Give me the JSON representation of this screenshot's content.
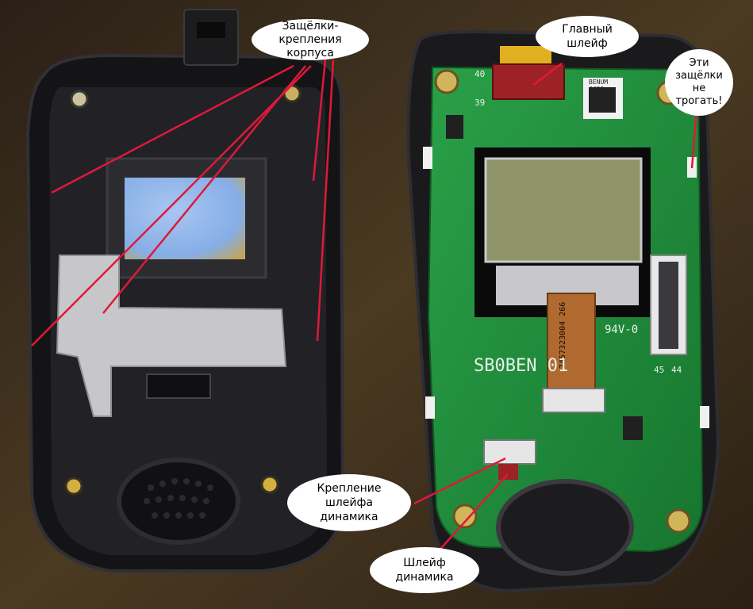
{
  "labels": {
    "latches": "Защёлки-крепления\nкорпуса",
    "main_cable": "Главный\nшлейф",
    "dont_touch": "Эти\nзащёлки\nне\nтрогать!",
    "speaker_cable_mount": "Крепление\nшлейфа\nдинамика",
    "speaker_cable": "Шлейф\nдинамика"
  },
  "board_markings": {
    "model": "SB0BEN  01",
    "rating": "94V-0",
    "cable_code": "7457323004   266",
    "label_sticker": "BENUM\n4400\n5640",
    "pin_40": "40",
    "pin_39": "39",
    "pin_45": "45",
    "pin_44": "44"
  },
  "colors": {
    "pcb": "#1f8a3a",
    "housing": "#1a1a1c",
    "annotation_line": "#e0183a",
    "lcd": "#8f9468",
    "inner_screen": "#8fb4ea"
  }
}
